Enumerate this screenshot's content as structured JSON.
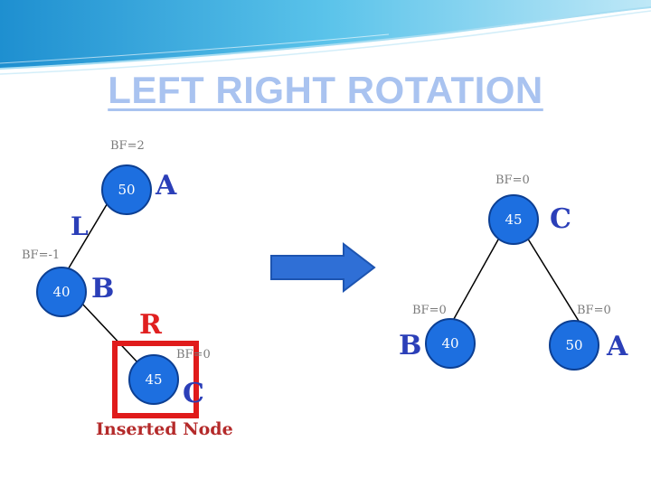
{
  "title": "LEFT RIGHT ROTATION",
  "colors": {
    "node_fill": "#1d6fe0",
    "node_stroke": "#0c3f93",
    "edge": "#000000",
    "inserted_box": "#e01b1b",
    "arrow": "#2f6fd6",
    "title": "#a9c3f0"
  },
  "left_tree": {
    "root": {
      "value": "50",
      "bf": "BF=2",
      "tag": "A"
    },
    "left_child": {
      "value": "40",
      "bf": "BF=-1",
      "tag": "B"
    },
    "inserted": {
      "value": "45",
      "bf": "BF=0",
      "tag": "C"
    },
    "edge_labels": {
      "first": "L",
      "second": "R"
    },
    "caption": "Inserted Node"
  },
  "right_tree": {
    "root": {
      "value": "45",
      "bf": "BF=0",
      "tag": "C"
    },
    "left": {
      "value": "40",
      "bf": "BF=0",
      "tag": "B"
    },
    "right": {
      "value": "50",
      "bf": "BF=0",
      "tag": "A"
    }
  }
}
